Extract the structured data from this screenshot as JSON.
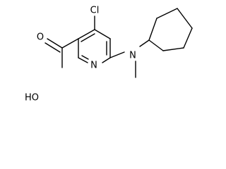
{
  "molecule": {
    "labels": {
      "carboxyl_oxygen": "O",
      "hydroxyl": "HO",
      "chlorine": "Cl",
      "ring_nitrogen": "N",
      "amine_nitrogen": "N"
    }
  }
}
